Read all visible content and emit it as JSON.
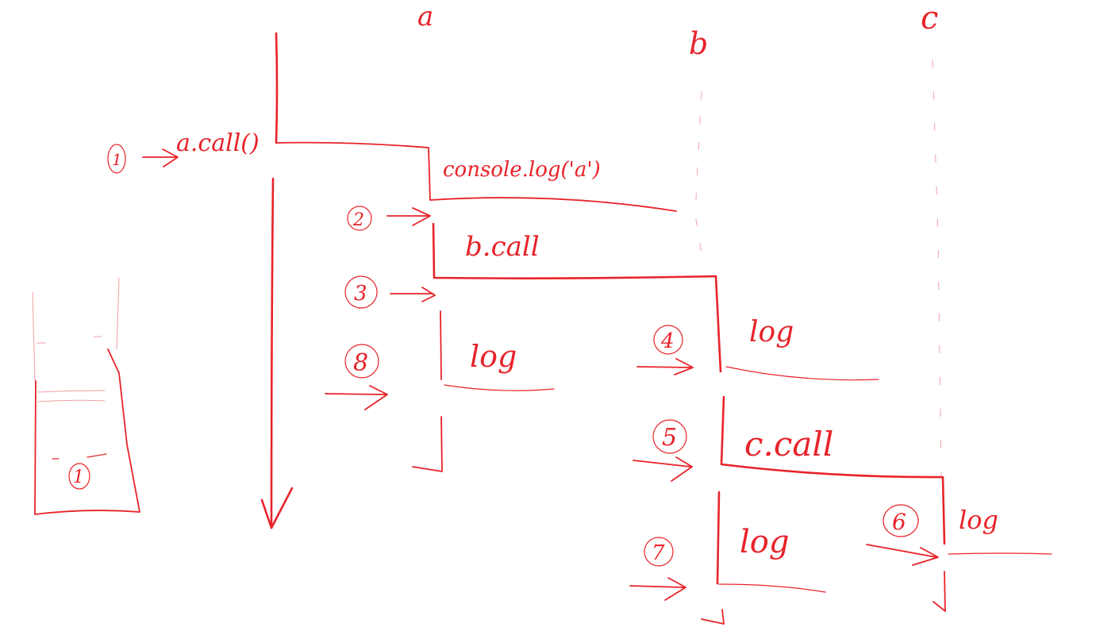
{
  "colors": {
    "ink": "#e8232a",
    "faint_ink": "#f0a0a4",
    "background": "#ffffff"
  },
  "columns": {
    "a": "a",
    "b": "b",
    "c": "c"
  },
  "steps": {
    "s1": "1",
    "s2": "2",
    "s3": "3",
    "s4": "4",
    "s5": "5",
    "s6": "6",
    "s7": "7",
    "s8": "8"
  },
  "stack_label": "1",
  "labels": {
    "a_call": "a.call()",
    "console_log": "console.log('a')",
    "b_call": "b.call",
    "log_a": "log",
    "log_b1": "log",
    "c_call": "c.call",
    "log_b2": "log",
    "log_c": "log"
  }
}
